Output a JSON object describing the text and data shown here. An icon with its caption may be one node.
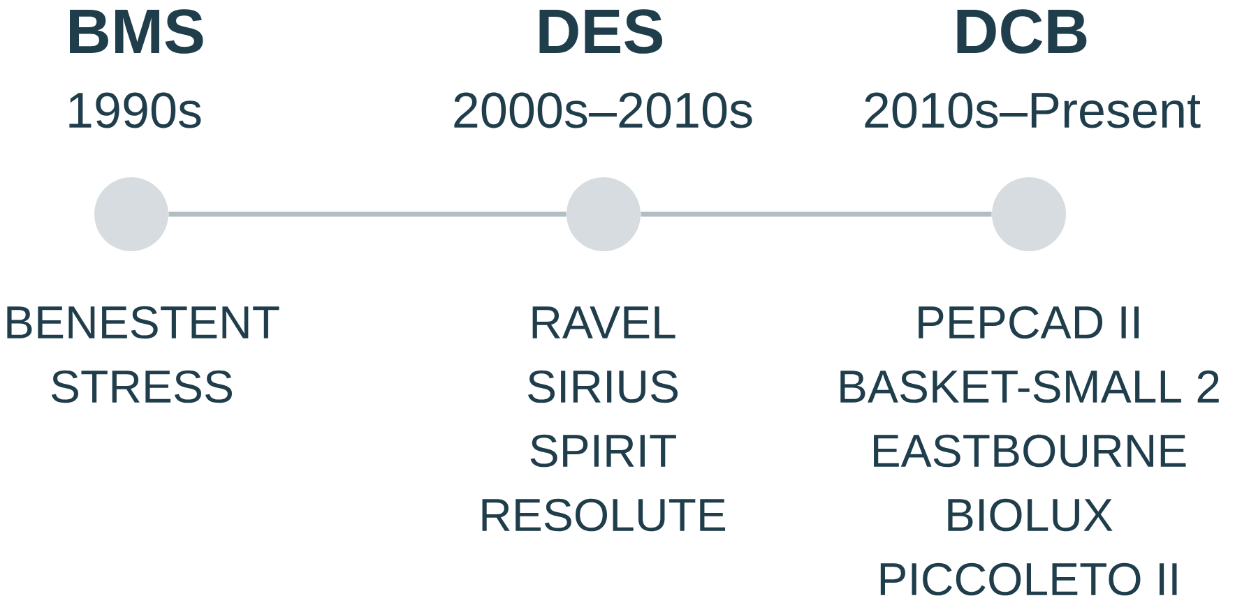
{
  "diagram": {
    "nodes": [
      {
        "text": [],
        "shape": "circle",
        "beside": [
          "BMS",
          "1990s",
          "BENESTENT",
          "STRESS"
        ]
      },
      {
        "text": [],
        "shape": "circle",
        "beside": [
          "DES",
          "2000s–2010s",
          "RAVEL",
          "SIRIUS",
          "SPIRIT",
          "RESOLUTE"
        ]
      },
      {
        "text": [],
        "shape": "circle",
        "beside": [
          "DCB",
          "2010s–Present",
          "PEPCAD II",
          "BASKET-SMALL 2",
          "EASTBOURNE",
          "BIOLUX",
          "PICCOLETO II"
        ]
      }
    ],
    "edges": [
      {
        "from": 0,
        "to": 1,
        "arrow": "none"
      },
      {
        "from": 1,
        "to": 2,
        "arrow": "none"
      }
    ]
  }
}
